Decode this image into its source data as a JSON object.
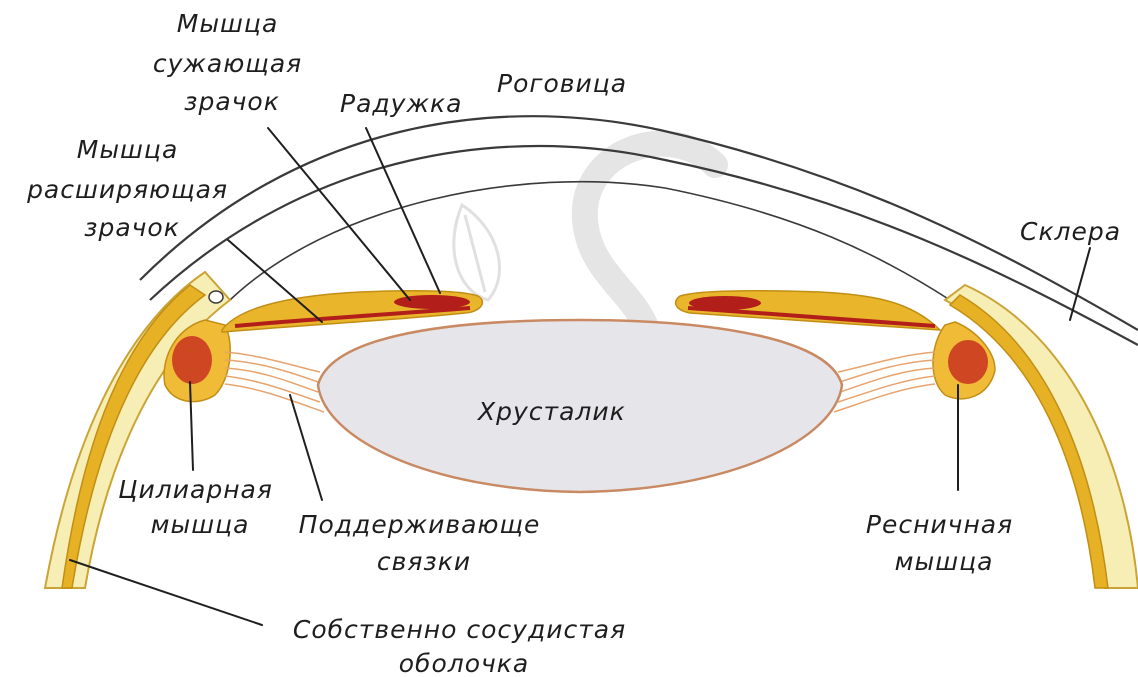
{
  "labels": {
    "sphincter_muscle": [
      "Мышца",
      "сужающая",
      "зрачок"
    ],
    "iris": "Радужка",
    "cornea": "Роговица",
    "dilator_muscle": [
      "Мышца",
      "расширяющая",
      "зрачок"
    ],
    "sclera": "Склера",
    "lens": "Хрусталик",
    "ciliary_muscle_left": [
      "Цилиарная",
      "мышца"
    ],
    "suspensory_ligaments": [
      "Поддерживающе",
      "связки"
    ],
    "ciliary_muscle_right": [
      "Ресничная",
      "мышца"
    ],
    "choroid": [
      "Собственно сосудистая",
      "оболочка"
    ]
  },
  "colors": {
    "sclera_fill": "#f6eeb4",
    "sclera_stroke": "#caa436",
    "choroid_fill": "#e7b126",
    "iris_fill": "#e9b52b",
    "iris_muscle": "#b21f1a",
    "ciliary_fill": "#f0bb36",
    "lens_fill": "#e6e6ea",
    "lens_stroke": "#c98a63",
    "ligament": "#e7a46f",
    "cornea_stroke": "#3a3a3a",
    "watermark": "#cfcfcf"
  }
}
